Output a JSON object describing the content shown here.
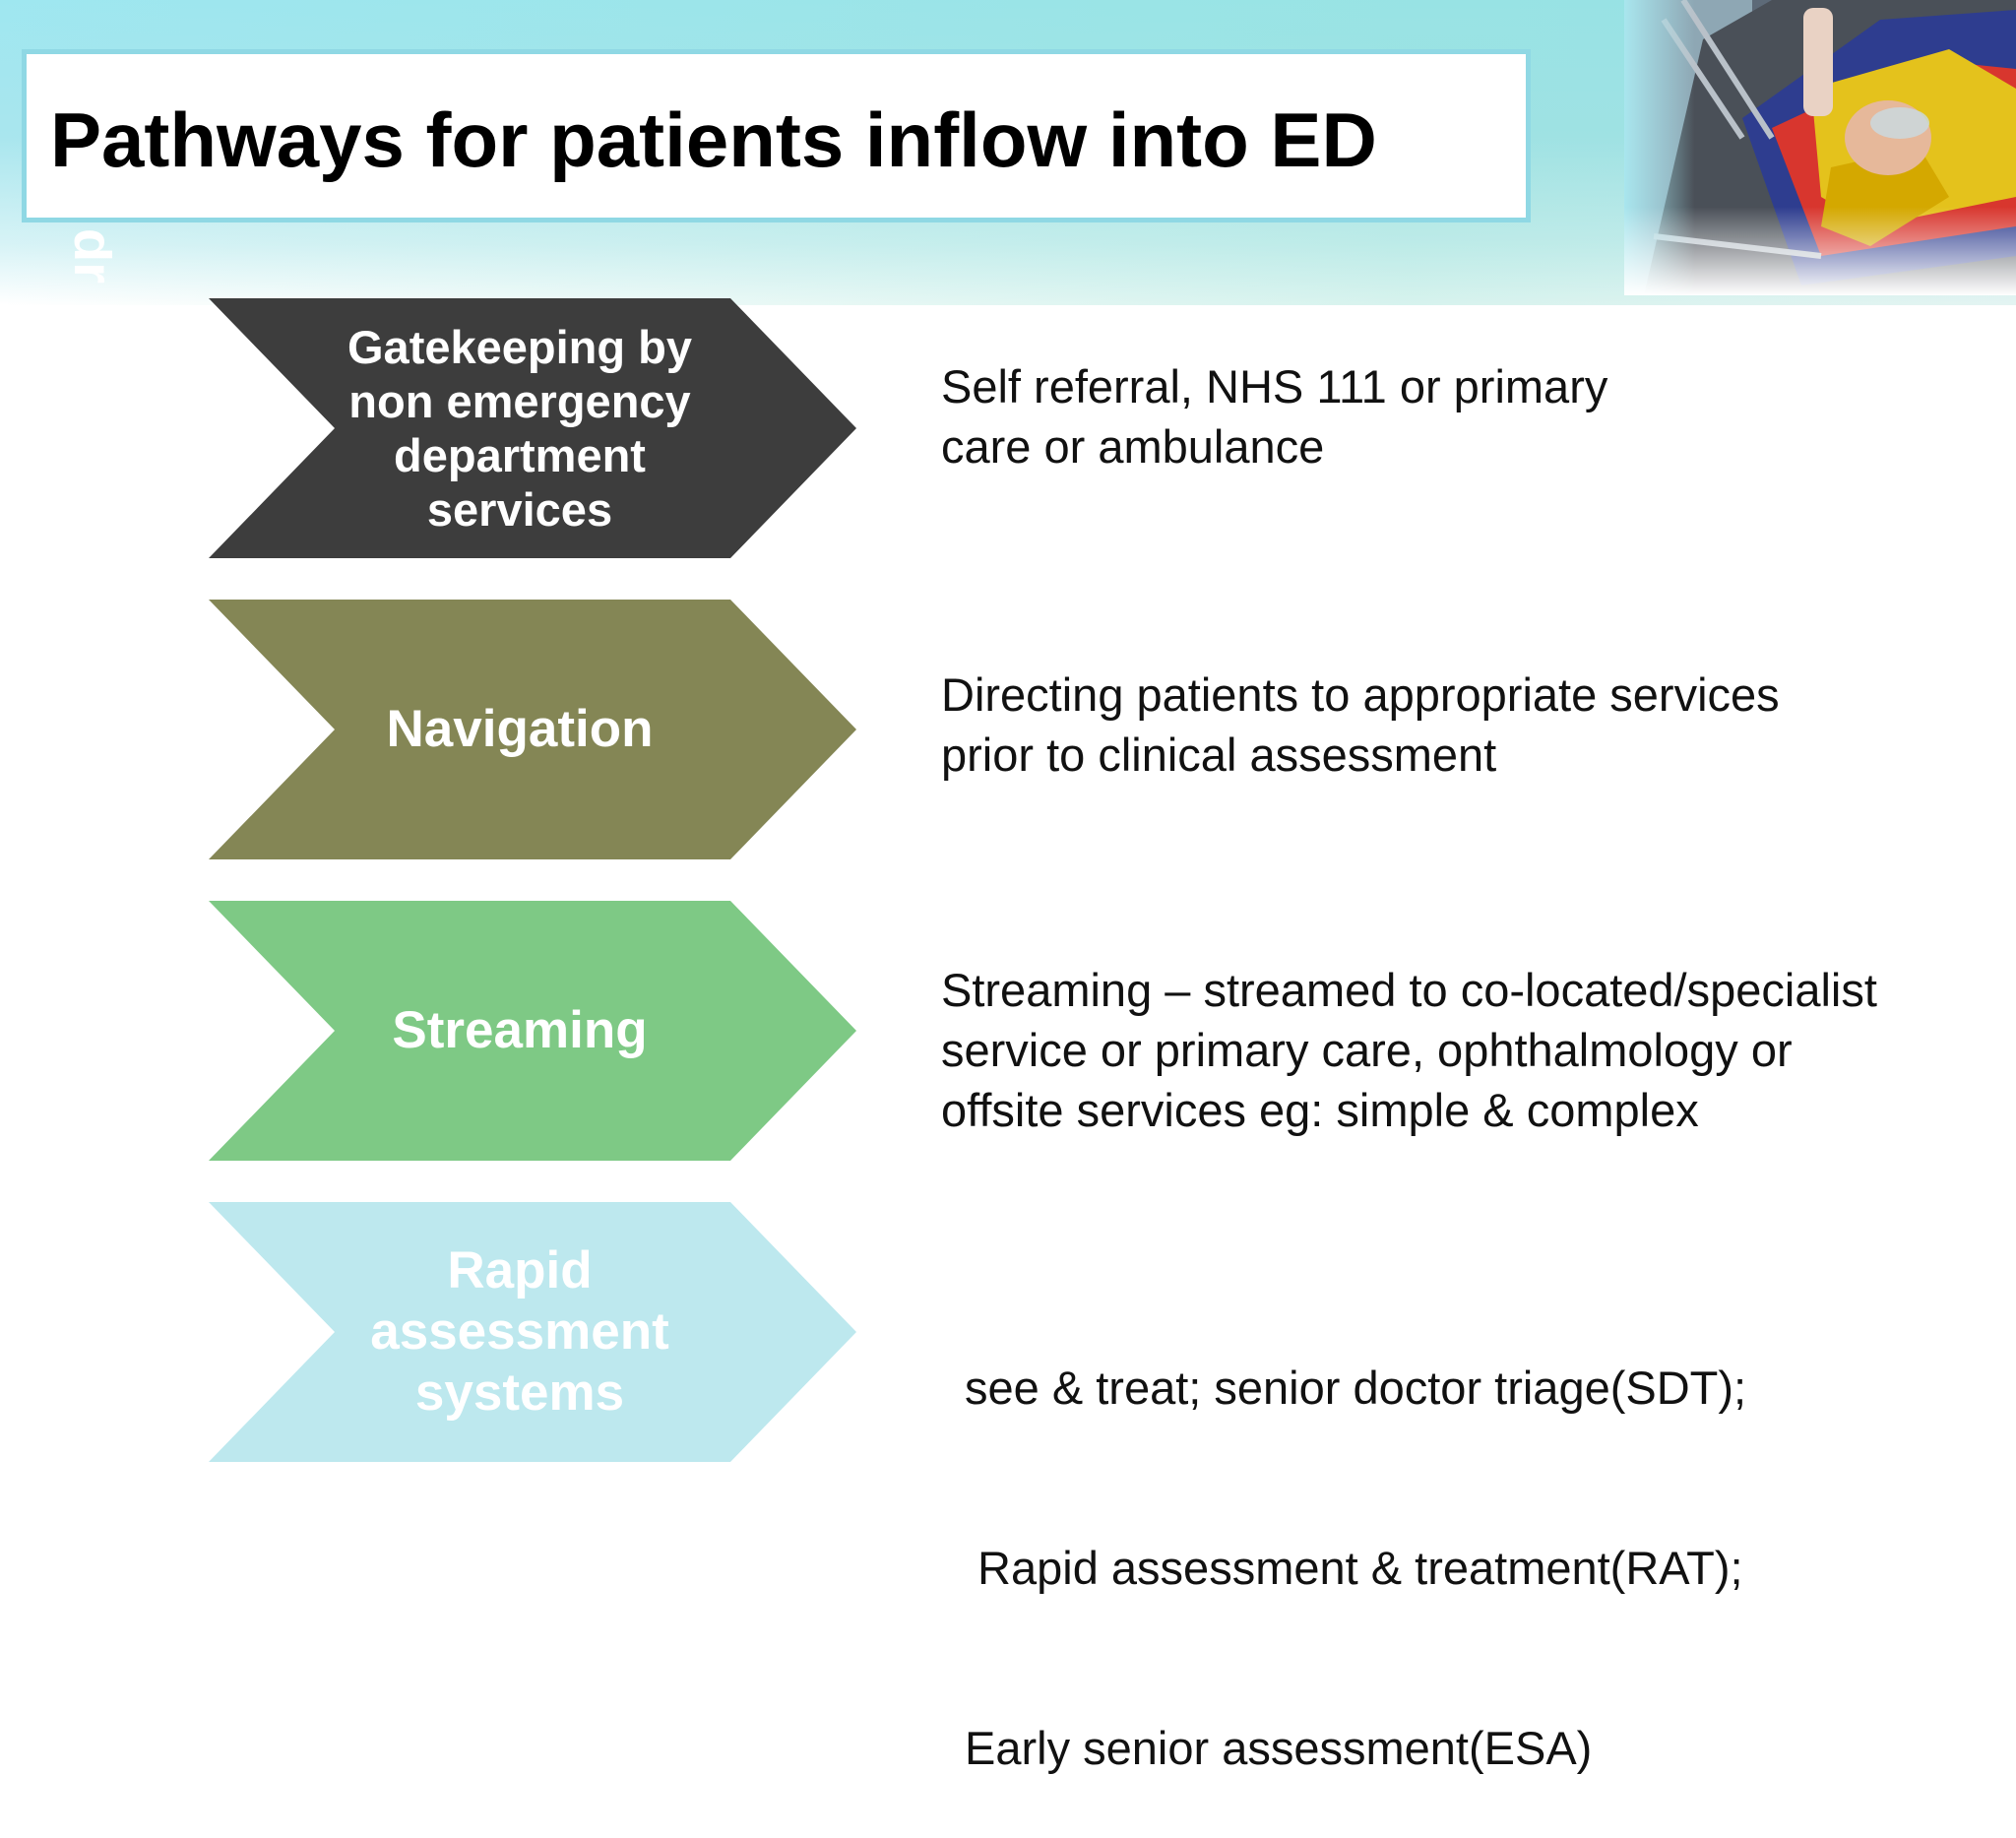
{
  "slide": {
    "title": "Pathways for patients inflow into ED"
  },
  "pathways": [
    {
      "label_lines": [
        "Gatekeeping by",
        "non emergency",
        "department",
        "services"
      ],
      "color": "#3d3d3d",
      "description_lines": [
        "Self referral, NHS 111 or primary",
        "care or ambulance"
      ]
    },
    {
      "label_lines": [
        "Navigation"
      ],
      "color": "#848655",
      "description_lines": [
        "Directing patients to appropriate services",
        "prior to clinical assessment"
      ]
    },
    {
      "label_lines": [
        "Streaming"
      ],
      "color": "#7ec985",
      "description_lines": [
        "Streaming – streamed to co-located/specialist",
        "service or primary care, ophthalmology or",
        "offsite services eg: simple & complex"
      ]
    },
    {
      "label_lines": [
        "Rapid",
        "assessment",
        "systems"
      ],
      "color": "#bde8ee",
      "description_lines": [
        "see & treat; senior doctor triage(SDT);",
        " Rapid assessment & treatment(RAT);",
        "Early senior assessment(ESA)"
      ]
    }
  ]
}
